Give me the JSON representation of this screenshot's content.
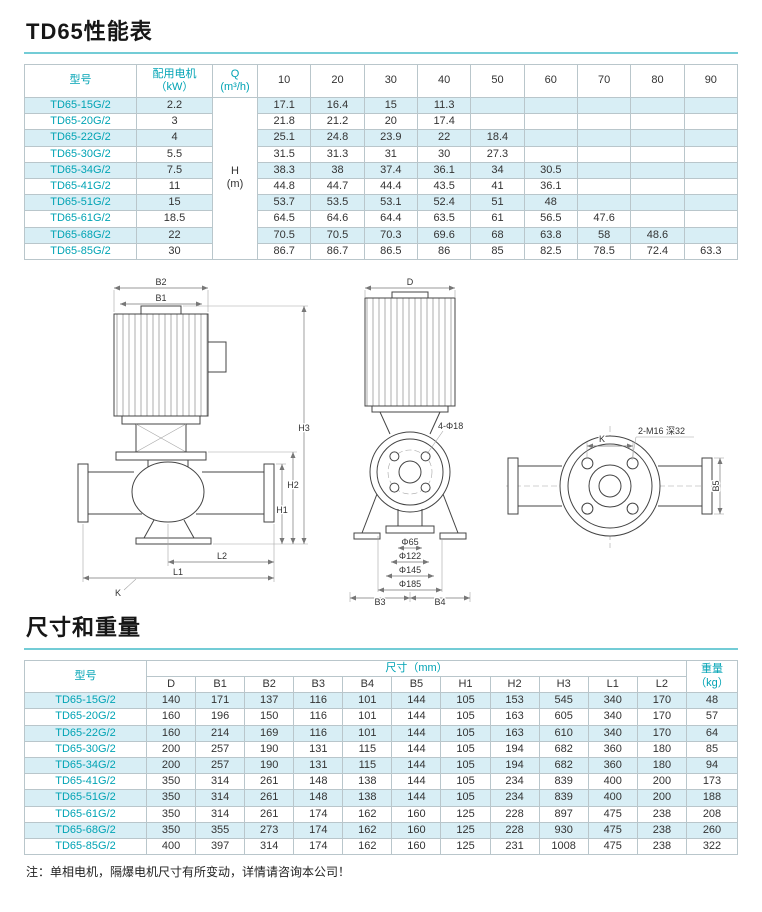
{
  "page": {
    "title_performance": "TD65性能表",
    "title_dimensions": "尺寸和重量",
    "footer_note": "注：单相电机，隔爆电机尺寸有所变动，详情请咨询本公司！"
  },
  "colors": {
    "accent": "#00a3b4",
    "row_alt": "#d8eef5",
    "border": "#b9c6cb"
  },
  "performance_table": {
    "headers": {
      "model": "型号",
      "motor_line1": "配用电机",
      "motor_line2": "（kW）",
      "q_line1": "Q",
      "q_line2": "(m³/h)",
      "flow_values": [
        "10",
        "20",
        "30",
        "40",
        "50",
        "60",
        "70",
        "80",
        "90"
      ],
      "h_line1": "H",
      "h_line2": "(m)"
    },
    "rows": [
      {
        "model": "TD65-15G/2",
        "motor": "2.2",
        "values": [
          "17.1",
          "16.4",
          "15",
          "11.3",
          "",
          "",
          "",
          "",
          ""
        ]
      },
      {
        "model": "TD65-20G/2",
        "motor": "3",
        "values": [
          "21.8",
          "21.2",
          "20",
          "17.4",
          "",
          "",
          "",
          "",
          ""
        ]
      },
      {
        "model": "TD65-22G/2",
        "motor": "4",
        "values": [
          "25.1",
          "24.8",
          "23.9",
          "22",
          "18.4",
          "",
          "",
          "",
          ""
        ]
      },
      {
        "model": "TD65-30G/2",
        "motor": "5.5",
        "values": [
          "31.5",
          "31.3",
          "31",
          "30",
          "27.3",
          "",
          "",
          "",
          ""
        ]
      },
      {
        "model": "TD65-34G/2",
        "motor": "7.5",
        "values": [
          "38.3",
          "38",
          "37.4",
          "36.1",
          "34",
          "30.5",
          "",
          "",
          ""
        ]
      },
      {
        "model": "TD65-41G/2",
        "motor": "11",
        "values": [
          "44.8",
          "44.7",
          "44.4",
          "43.5",
          "41",
          "36.1",
          "",
          "",
          ""
        ]
      },
      {
        "model": "TD65-51G/2",
        "motor": "15",
        "values": [
          "53.7",
          "53.5",
          "53.1",
          "52.4",
          "51",
          "48",
          "",
          "",
          ""
        ]
      },
      {
        "model": "TD65-61G/2",
        "motor": "18.5",
        "values": [
          "64.5",
          "64.6",
          "64.4",
          "63.5",
          "61",
          "56.5",
          "47.6",
          "",
          ""
        ]
      },
      {
        "model": "TD65-68G/2",
        "motor": "22",
        "values": [
          "70.5",
          "70.5",
          "70.3",
          "69.6",
          "68",
          "63.8",
          "58",
          "48.6",
          ""
        ]
      },
      {
        "model": "TD65-85G/2",
        "motor": "30",
        "values": [
          "86.7",
          "86.7",
          "86.5",
          "86",
          "85",
          "82.5",
          "78.5",
          "72.4",
          "63.3"
        ]
      }
    ]
  },
  "drawings": {
    "side_view": {
      "b2": "B2",
      "b1": "B1",
      "h3": "H3",
      "h2": "H2",
      "h1": "H1",
      "l2": "L2",
      "l1": "L1",
      "k": "K"
    },
    "front_view": {
      "d": "D",
      "bolt_holes": "4-Φ18",
      "dia_1": "Φ65",
      "dia_2": "Φ122",
      "dia_3": "Φ145",
      "dia_4": "Φ185",
      "b3": "B3",
      "b4": "B4"
    },
    "top_view": {
      "k": "K",
      "tap": "2-M16 深32",
      "b5": "B5"
    }
  },
  "dimensions_table": {
    "headers": {
      "model": "型号",
      "size_group": "尺寸（mm）",
      "dims": [
        "D",
        "B1",
        "B2",
        "B3",
        "B4",
        "B5",
        "H1",
        "H2",
        "H3",
        "L1",
        "L2"
      ],
      "weight_line1": "重量",
      "weight_line2": "（kg）"
    },
    "rows": [
      {
        "model": "TD65-15G/2",
        "values": [
          "140",
          "171",
          "137",
          "116",
          "101",
          "144",
          "105",
          "153",
          "545",
          "340",
          "170"
        ],
        "weight": "48"
      },
      {
        "model": "TD65-20G/2",
        "values": [
          "160",
          "196",
          "150",
          "116",
          "101",
          "144",
          "105",
          "163",
          "605",
          "340",
          "170"
        ],
        "weight": "57"
      },
      {
        "model": "TD65-22G/2",
        "values": [
          "160",
          "214",
          "169",
          "116",
          "101",
          "144",
          "105",
          "163",
          "610",
          "340",
          "170"
        ],
        "weight": "64"
      },
      {
        "model": "TD65-30G/2",
        "values": [
          "200",
          "257",
          "190",
          "131",
          "115",
          "144",
          "105",
          "194",
          "682",
          "360",
          "180"
        ],
        "weight": "85"
      },
      {
        "model": "TD65-34G/2",
        "values": [
          "200",
          "257",
          "190",
          "131",
          "115",
          "144",
          "105",
          "194",
          "682",
          "360",
          "180"
        ],
        "weight": "94"
      },
      {
        "model": "TD65-41G/2",
        "values": [
          "350",
          "314",
          "261",
          "148",
          "138",
          "144",
          "105",
          "234",
          "839",
          "400",
          "200"
        ],
        "weight": "173"
      },
      {
        "model": "TD65-51G/2",
        "values": [
          "350",
          "314",
          "261",
          "148",
          "138",
          "144",
          "105",
          "234",
          "839",
          "400",
          "200"
        ],
        "weight": "188"
      },
      {
        "model": "TD65-61G/2",
        "values": [
          "350",
          "314",
          "261",
          "174",
          "162",
          "160",
          "125",
          "228",
          "897",
          "475",
          "238"
        ],
        "weight": "208"
      },
      {
        "model": "TD65-68G/2",
        "values": [
          "350",
          "355",
          "273",
          "174",
          "162",
          "160",
          "125",
          "228",
          "930",
          "475",
          "238"
        ],
        "weight": "260"
      },
      {
        "model": "TD65-85G/2",
        "values": [
          "400",
          "397",
          "314",
          "174",
          "162",
          "160",
          "125",
          "231",
          "1008",
          "475",
          "238"
        ],
        "weight": "322"
      }
    ]
  }
}
